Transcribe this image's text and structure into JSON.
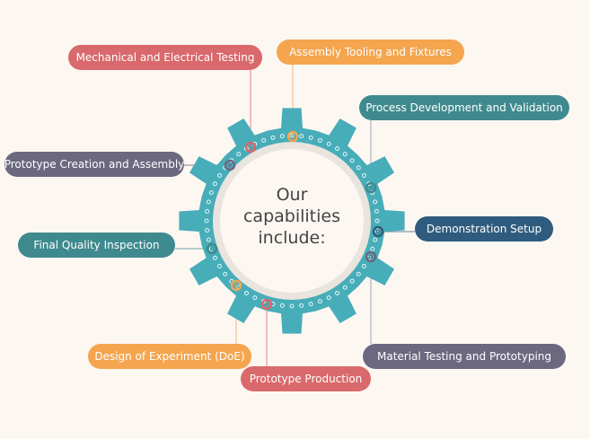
{
  "center_text": [
    "Our",
    "capabilities",
    "include:"
  ],
  "colors": {
    "gear": "#47adb9",
    "background": "#fdf7f2",
    "red": "#d9696c",
    "orange": "#f4a54e",
    "teal": "#3f8a8e",
    "purple": "#6b6880",
    "navy": "#2f5c7e"
  },
  "labels": [
    {
      "text": "Mechanical and Electrical Testing",
      "color": "#d9696c"
    },
    {
      "text": "Assembly Tooling and Fixtures",
      "color": "#f4a54e"
    },
    {
      "text": "Process Development and Validation",
      "color": "#3f8a8e"
    },
    {
      "text": "Prototype Creation and Assembly",
      "color": "#6b6880"
    },
    {
      "text": "Demonstration Setup",
      "color": "#2f5c7e"
    },
    {
      "text": "Final Quality Inspection",
      "color": "#3f8a8e"
    },
    {
      "text": "Design of Experiment (DoE)",
      "color": "#f4a54e"
    },
    {
      "text": "Prototype Production",
      "color": "#d9696c"
    },
    {
      "text": "Material Testing and Prototyping",
      "color": "#6b6880"
    }
  ]
}
